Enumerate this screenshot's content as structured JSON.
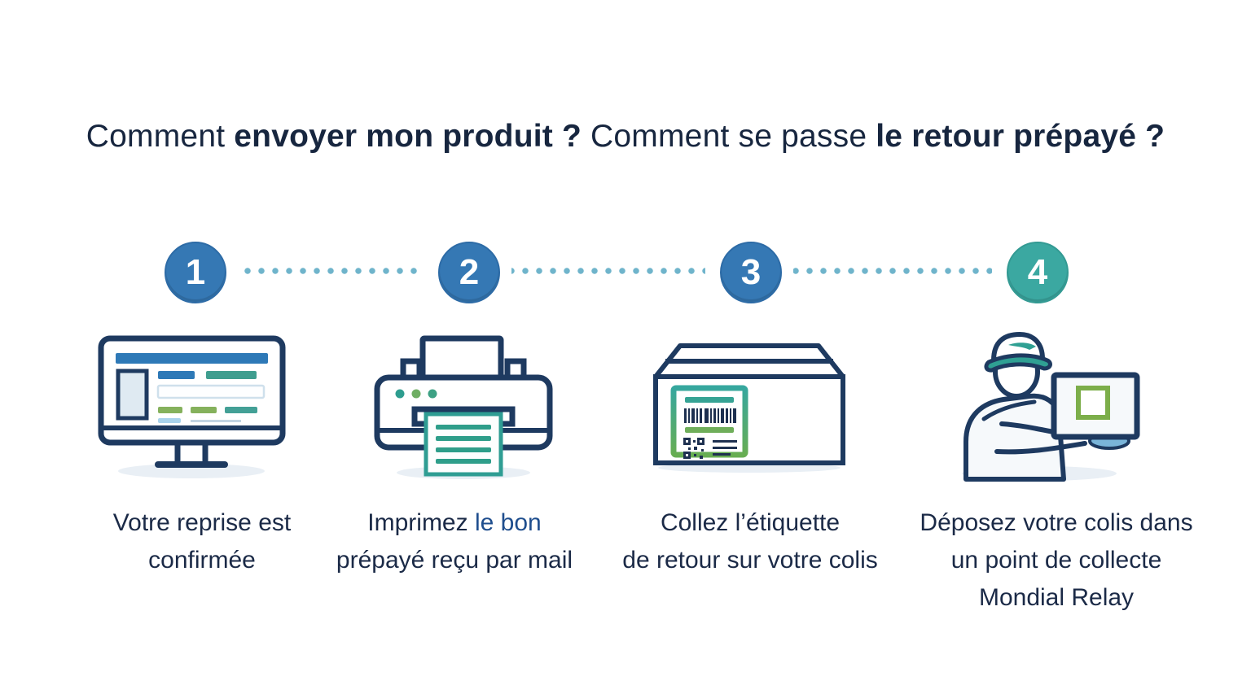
{
  "title": {
    "part1": "Comment ",
    "part2": "envoyer mon produit ?",
    "part3": " Comment se passe ",
    "part4": "le retour prépayé ?"
  },
  "steps": [
    {
      "number": "1",
      "icon": "computer-monitor-icon",
      "caption": {
        "line1": "Votre reprise est",
        "line2": "confirmée"
      }
    },
    {
      "number": "2",
      "icon": "printer-icon",
      "caption": {
        "line1_part1": "Imprimez ",
        "line1_part2": "le bon",
        "line2": "prépayé reçu par mail"
      }
    },
    {
      "number": "3",
      "icon": "package-shipping-label-icon",
      "caption": {
        "line1": "Collez l’étiquette",
        "line2": "de retour sur votre colis"
      }
    },
    {
      "number": "4",
      "icon": "delivery-person-icon",
      "caption": {
        "line1": "Déposez votre colis dans",
        "line2": "un point de collecte",
        "line3": "Mondial Relay"
      }
    }
  ],
  "colors": {
    "step_circle_blue": "#3578b4",
    "step_circle_teal": "#3ba8a1",
    "connector_dot": "#6fb4cb",
    "text_navy": "#1b2a47",
    "text_blue": "#1f4e8e",
    "icon_outline": "#1e3a60",
    "accent_teal": "#2f9d93",
    "accent_green": "#74ad57",
    "accent_blue": "#2e79b7",
    "shadow": "#e9eff5"
  }
}
